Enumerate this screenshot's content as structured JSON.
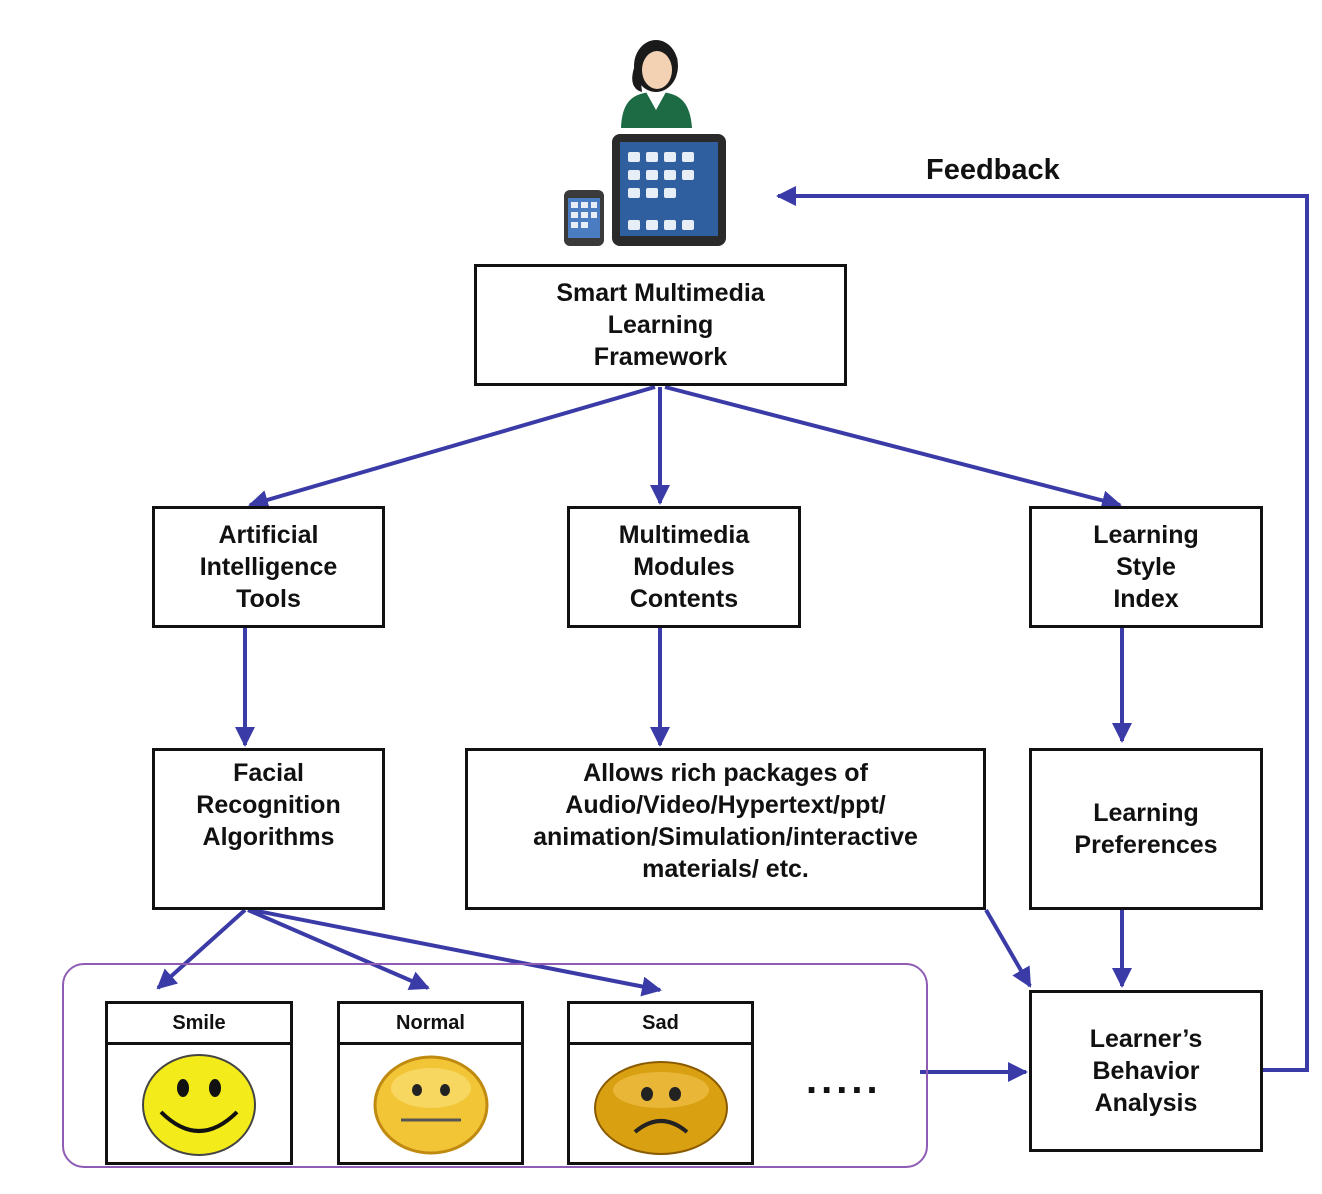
{
  "nodes": {
    "framework": "Smart Multimedia\nLearning\nFramework",
    "ai_tools": "Artificial\nIntelligence\nTools",
    "multimedia": "Multimedia\nModules\nContents",
    "learning_style": "Learning\nStyle\nIndex",
    "facial": "Facial\nRecognition\nAlgorithms",
    "packages": "Allows rich packages of\nAudio/Video/Hypertext/ppt/\nanimation/Simulation/interactive\nmaterials/ etc.",
    "preferences": "Learning\nPreferences",
    "behavior": "Learner’s\nBehavior\nAnalysis"
  },
  "feedback_label": "Feedback",
  "emotions": [
    {
      "label": "Smile",
      "face": "smile-face-icon"
    },
    {
      "label": "Normal",
      "face": "neutral-face-icon"
    },
    {
      "label": "Sad",
      "face": "sad-face-icon"
    }
  ],
  "ellipsis": ".....",
  "colors": {
    "arrow": "#3b3ba8",
    "group_border": "#8e5cb4",
    "smile_face": "#f4ec1a",
    "normal_face": "#f2c537",
    "sad_face": "#d9a012"
  },
  "icons": [
    "user-icon",
    "tablet-icon",
    "smartphone-icon"
  ]
}
